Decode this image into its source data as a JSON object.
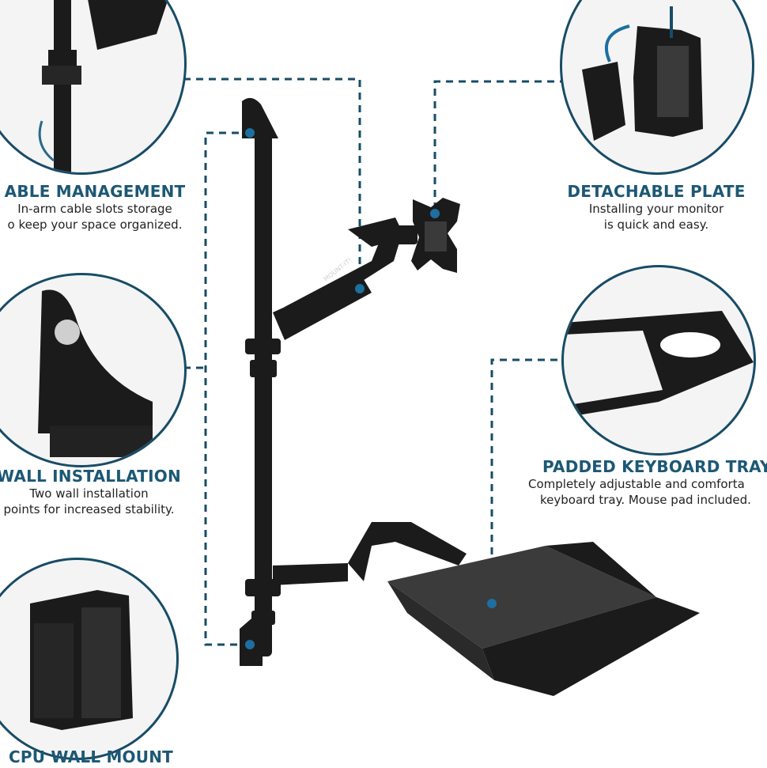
{
  "callouts": {
    "cable": {
      "title": "ABLE MANAGEMENT",
      "line1": "In-arm cable slots storage",
      "line2": "o keep your space organized."
    },
    "plate": {
      "title": "DETACHABLE PLATE",
      "line1": "Installing your monitor",
      "line2": "is quick and easy."
    },
    "wall": {
      "title": "WALL INSTALLATION",
      "line1": "Two wall installation",
      "line2": "points for increased stability."
    },
    "tray": {
      "title": "PADDED KEYBOARD TRAY",
      "line1": "Completely adjustable and comforta",
      "line2": "keyboard tray. Mouse pad included."
    },
    "cpu": {
      "title": "CPU WALL MOUNT"
    }
  },
  "brand_text": "MOUNT-IT!",
  "colors": {
    "accent": "#1c5874",
    "line": "#184c66",
    "product": "#1b1b1b"
  }
}
